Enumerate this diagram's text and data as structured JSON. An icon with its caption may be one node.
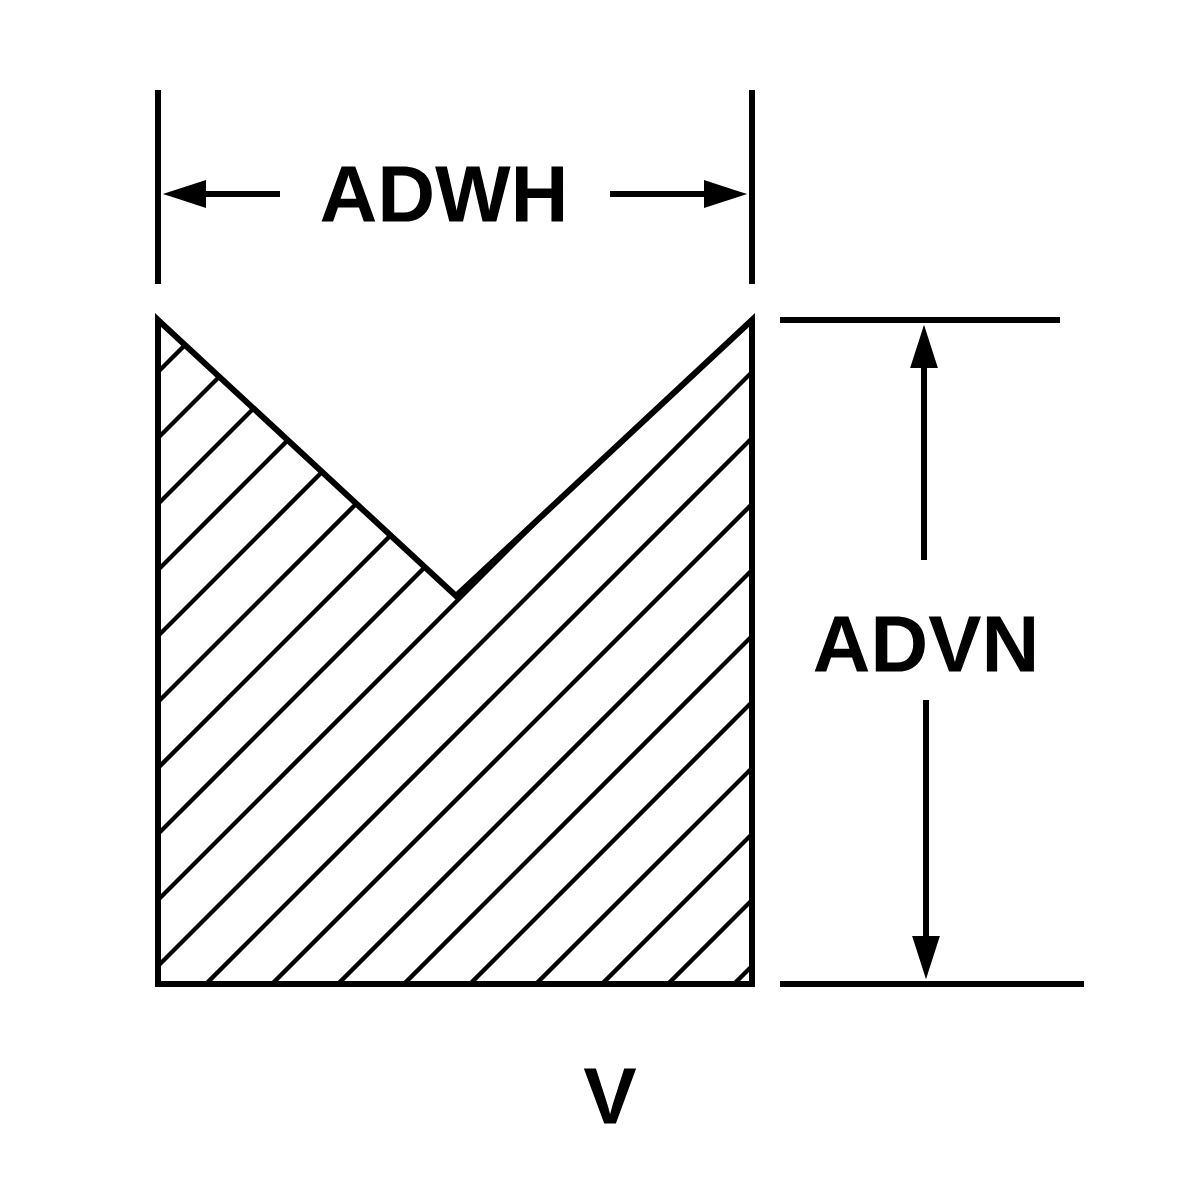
{
  "diagram": {
    "labels": [
      "ADWH",
      "ADVN",
      "V"
    ]
  }
}
